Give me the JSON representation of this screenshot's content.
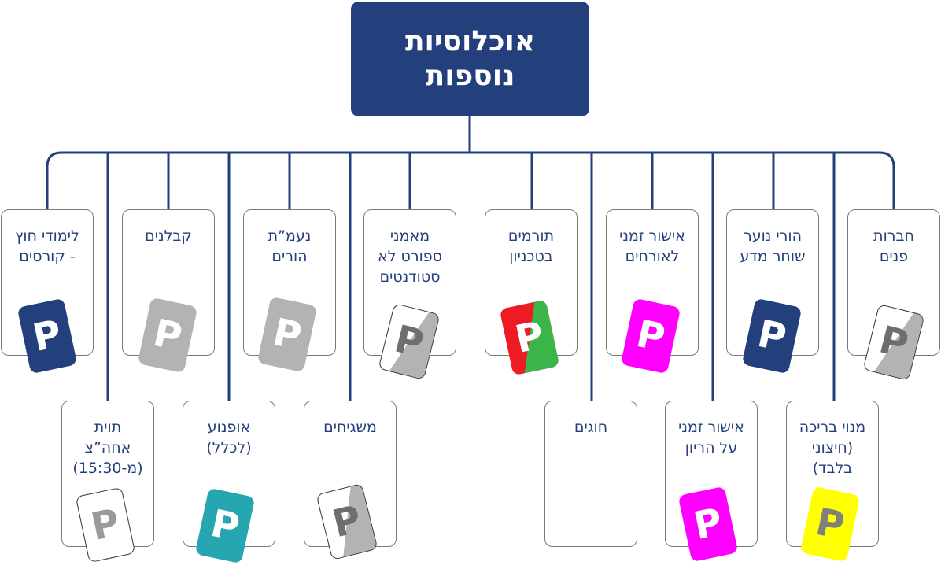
{
  "root": {
    "line1": "אוכלוסיות",
    "line2": "נוספות"
  },
  "colors": {
    "navy": "#233f7c",
    "gray": "#b3b3b3",
    "teal": "#25a6b1",
    "magenta": "#ff00ff",
    "yellow": "#ffff00",
    "red": "#ed1c24",
    "green": "#39b54a",
    "white": "#ffffff"
  },
  "nodes": [
    {
      "id": "hevrot",
      "lines": [
        "חברות",
        "פנים"
      ],
      "tag": "P",
      "tag_style": "white-gray"
    },
    {
      "id": "horei-noar",
      "lines": [
        "הורי נוער",
        "שוחר מדע"
      ],
      "tag": "P",
      "tag_style": "navy"
    },
    {
      "id": "ishur-orhim",
      "lines": [
        "אישור זמני",
        "לאורחים"
      ],
      "tag": "P",
      "tag_style": "magenta"
    },
    {
      "id": "tormim",
      "lines": [
        "תורמים",
        "בטכניון"
      ],
      "tag": "P",
      "tag_style": "red-green"
    },
    {
      "id": "maamanei",
      "lines": [
        "מאמני",
        "ספורט לא",
        "סטודנטים"
      ],
      "tag": "P",
      "tag_style": "white-gray"
    },
    {
      "id": "naamat",
      "lines": [
        "נעמ”ת",
        "הורים"
      ],
      "tag": "P",
      "tag_style": "gray"
    },
    {
      "id": "kablanim",
      "lines": [
        "קבלנים"
      ],
      "tag": "P",
      "tag_style": "gray"
    },
    {
      "id": "limudei",
      "lines": [
        "לימודי חוץ",
        "- קורסים"
      ],
      "tag": "P",
      "tag_style": "navy"
    },
    {
      "id": "menui",
      "lines": [
        "מנוי בריכה",
        "(חיצוני",
        "בלבד)"
      ],
      "tag": "P",
      "tag_style": "yellow"
    },
    {
      "id": "ishur-herayon",
      "lines": [
        "אישור זמני",
        "על הריון"
      ],
      "tag": "P",
      "tag_style": "magenta"
    },
    {
      "id": "hugim",
      "lines": [
        "חוגים"
      ],
      "tag": "",
      "tag_style": "none"
    },
    {
      "id": "mashgihim",
      "lines": [
        "משגיחים"
      ],
      "tag": "P",
      "tag_style": "white-gray"
    },
    {
      "id": "ofanoa",
      "lines": [
        "אופנוע",
        "(לכלל)"
      ],
      "tag": "P",
      "tag_style": "teal"
    },
    {
      "id": "tavit",
      "lines": [
        "תוית",
        "אחה”צ",
        "(מ-15:30)"
      ],
      "tag": "P",
      "tag_style": "white"
    }
  ]
}
